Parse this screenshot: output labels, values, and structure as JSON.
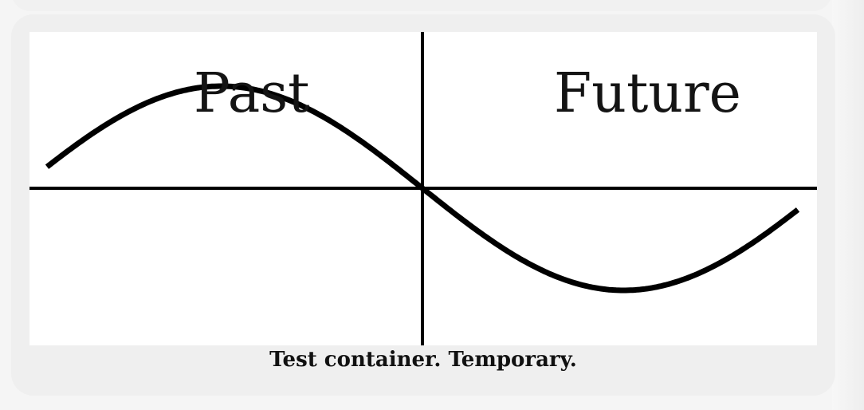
{
  "diagram": {
    "left_label": "Past",
    "right_label": "Future",
    "caption": "Test container. Temporary.",
    "curve_type": "sine-wave",
    "line_color": "#000000",
    "background_color": "#ffffff",
    "card_color": "#efefef"
  }
}
